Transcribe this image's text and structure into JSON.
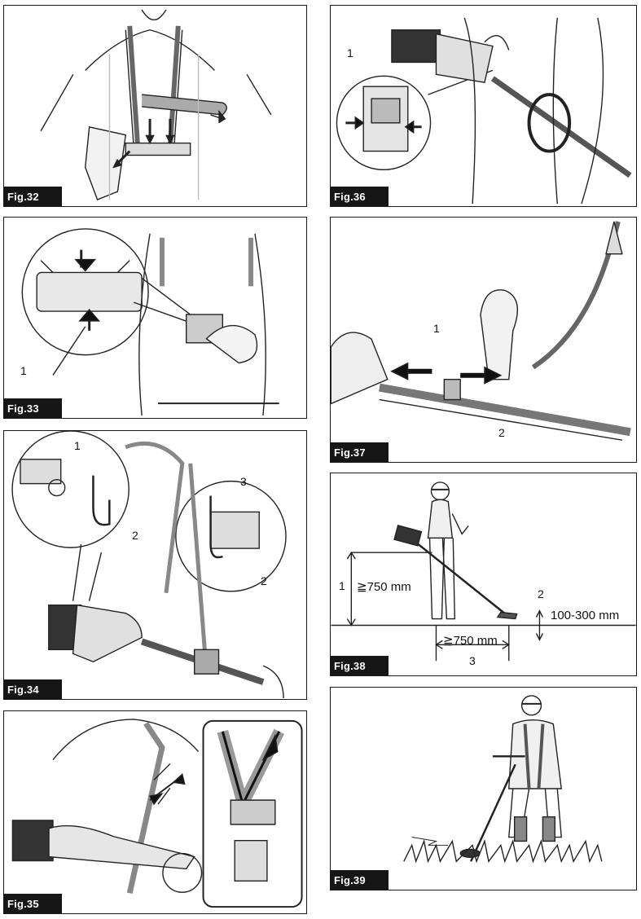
{
  "figures": {
    "fig32": {
      "label": "Fig.32"
    },
    "fig33": {
      "label": "Fig.33",
      "callouts": [
        "1"
      ]
    },
    "fig34": {
      "label": "Fig.34",
      "callouts": [
        "1",
        "2",
        "3",
        "2"
      ]
    },
    "fig35": {
      "label": "Fig.35"
    },
    "fig36": {
      "label": "Fig.36",
      "callouts": [
        "1"
      ]
    },
    "fig37": {
      "label": "Fig.37",
      "callouts": [
        "1",
        "2"
      ]
    },
    "fig38": {
      "label": "Fig.38",
      "callouts": [
        "1",
        "2",
        "3"
      ],
      "height_dim": "≧750 mm",
      "distance_dim": "≧750 mm",
      "ground_dim": "100-300 mm"
    },
    "fig39": {
      "label": "Fig.39"
    }
  }
}
